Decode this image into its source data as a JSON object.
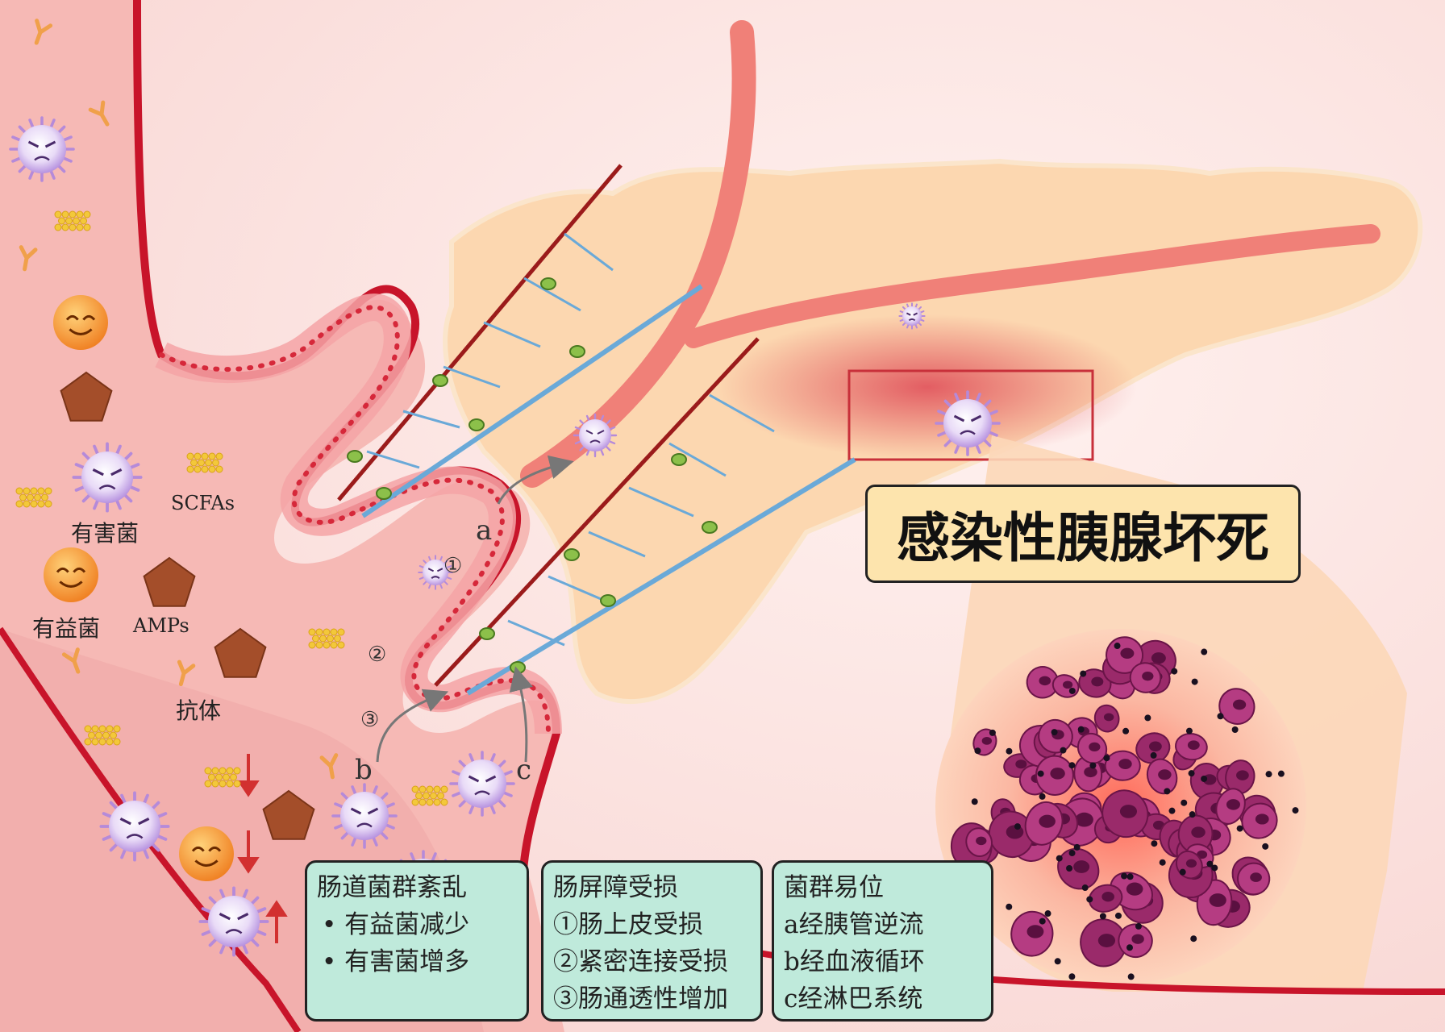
{
  "title": "感染性胰腺坏死",
  "legend": {
    "harmful": "有害菌",
    "beneficial": "有益菌",
    "scfas": "SCFAs",
    "amps": "AMPs",
    "antibody": "抗体"
  },
  "routes": {
    "a": "a",
    "b": "b",
    "c": "c"
  },
  "markers": {
    "one": "①",
    "two": "②",
    "three": "③"
  },
  "boxes": {
    "dysbiosis": {
      "title": "肠道菌群紊乱",
      "items": [
        "有益菌减少",
        "有害菌增多"
      ]
    },
    "barrier": {
      "title": "肠屏障受损",
      "items": [
        "①肠上皮受损",
        "②紧密连接受损",
        "③肠通透性增加"
      ]
    },
    "translocation": {
      "title": "菌群易位",
      "items": [
        "a经胰管逆流",
        "b经血液循环",
        "c经淋巴系统"
      ]
    }
  },
  "colors": {
    "gut_wall": "#c8142a",
    "lumen": "#f6b9b5",
    "pancreas": "#fcd7b0",
    "blood_vessel": "#f08078",
    "lymph": "#6aa9d8",
    "bacteria": "#c9a3e6",
    "beneficial": "#f79a3a",
    "pentagon": "#a44e2a",
    "scfa": "#f3c83a",
    "antibody": "#f0a04a",
    "necrosis_cell": "#9a2a6a",
    "arrow_down": "#d23030",
    "info_box": "#bfeadb",
    "title_box": "#fde4ad"
  }
}
